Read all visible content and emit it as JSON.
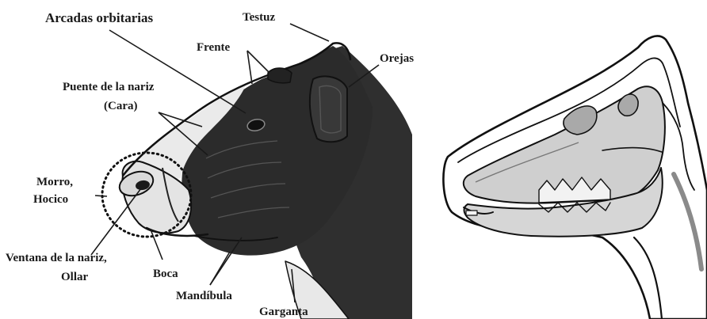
{
  "labels": {
    "arcadas": "Arcadas orbitarias",
    "testuz": "Testuz",
    "frente": "Frente",
    "orejas": "Orejas",
    "puente_1": "Puente de la nariz",
    "puente_2": "(Cara)",
    "morro_1": "Morro,",
    "morro_2": "Hocico",
    "ventana_1": "Ventana de la nariz,",
    "ventana_2": "Ollar",
    "boca": "Boca",
    "mandibula": "Mandíbula",
    "garganta": "Garganta"
  },
  "colors": {
    "ink": "#111111",
    "head_dark": "#2e2e2e",
    "muzzle_light": "#e6e6e6",
    "skull_gray": "#c8c8c8",
    "bone_light": "#ececec"
  }
}
